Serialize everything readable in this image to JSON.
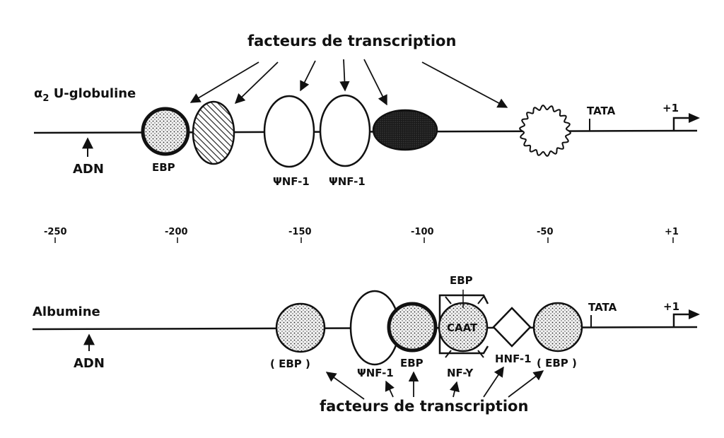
{
  "top": {
    "gene_label_prefix": "α",
    "gene_label_subscript": "2",
    "gene_label_suffix": " U-globuline",
    "dna_label": "ADN",
    "factors_title": "facteurs de transcription",
    "ebp_label": "EBP",
    "psinf1_label_a": "ΨNF-1",
    "psinf1_label_b": "ΨNF-1",
    "tata_label": "TATA",
    "start_label": "+1"
  },
  "scale": {
    "ticks": [
      "-250",
      "-200",
      "-150",
      "-100",
      "-50",
      "+1"
    ]
  },
  "bottom": {
    "gene_label": "Albumine",
    "dna_label": "ADN",
    "factors_title": "facteurs de transcription",
    "ebp_paren_left": "( EBP )",
    "psinf1_label": "ΨNF-1",
    "ebp_label": "EBP",
    "ebp_top_label": "EBP",
    "caat_label": "CAAT",
    "nfy_label": "NF-Y",
    "hnf1_label": "HNF-1",
    "ebp_paren_right": "( EBP )",
    "tata_label": "TATA",
    "start_label": "+1"
  }
}
